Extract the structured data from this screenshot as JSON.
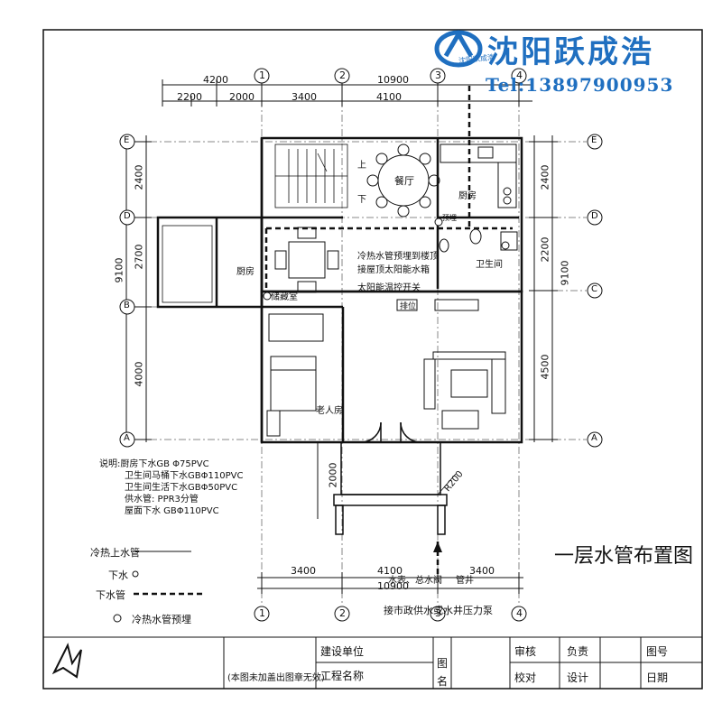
{
  "brand": {
    "name": "沈阳跃成浩",
    "phone": "Tel:13897900953",
    "stamp": "沈阳跃成浩"
  },
  "drawing_title": "一层水管布置图",
  "dimensions": {
    "top_total": "10900",
    "top_left_ext": "4200",
    "top_segments": [
      "2200",
      "2000",
      "3400",
      "4100"
    ],
    "left_segments": [
      "2400",
      "2700",
      "4000"
    ],
    "left_total": "9100",
    "right_segments": [
      "2400",
      "2200",
      "4500"
    ],
    "right_total": "9100",
    "bottom_segments": [
      "3400",
      "4100",
      "3400"
    ],
    "bottom_total": "10900",
    "porch_depth": "2000",
    "porch_radius": "R200"
  },
  "axes": {
    "columns": [
      "1",
      "2",
      "3",
      "4"
    ],
    "rows": [
      "E",
      "D",
      "C",
      "B",
      "A"
    ]
  },
  "rooms": {
    "dining": "餐厅",
    "kitchen_main": "厨房",
    "kitchen_side": "厨房",
    "bath": "卫生间",
    "elder_room": "老人房",
    "storage": "储藏室",
    "up": "上",
    "down": "下"
  },
  "annotations": {
    "pipe_note_1": "冷热水管预埋到楼顶",
    "pipe_note_2": "接屋顶太阳能水箱",
    "pipe_note_3": "太阳能温控开关",
    "shaft": "排位",
    "well": "管井",
    "meter": "水表、总水阀",
    "supply_note": "接市政供水或水井压力泵",
    "riser_tag": "预埋"
  },
  "notes": {
    "heading": "说明:",
    "lines": [
      "厨房下水GB Φ75PVC",
      "卫生间马桶下水GBΦ110PVC",
      "卫生间生活下水GBΦ50PVC",
      "供水管: PPR3分管",
      "屋面下水  GBΦ110PVC"
    ]
  },
  "legend": {
    "supply_label": "冷热上水管",
    "drain_label": "下水",
    "drain_pipe_label": "下水管",
    "embed_label": "冷热水管预埋"
  },
  "title_block": {
    "stamp_note": "(本图未加盖出图章无效)",
    "client_label": "建设单位",
    "project_label": "工程名称",
    "drawing_label": "图",
    "drawing_label_2": "名",
    "review_label": "审核",
    "check_label": "校对",
    "lead_label": "负责",
    "design_label": "设计",
    "sheet_no_label": "图号",
    "date_label": "日期"
  },
  "colors": {
    "line": "#111111",
    "brand": "#1f6fc0"
  }
}
